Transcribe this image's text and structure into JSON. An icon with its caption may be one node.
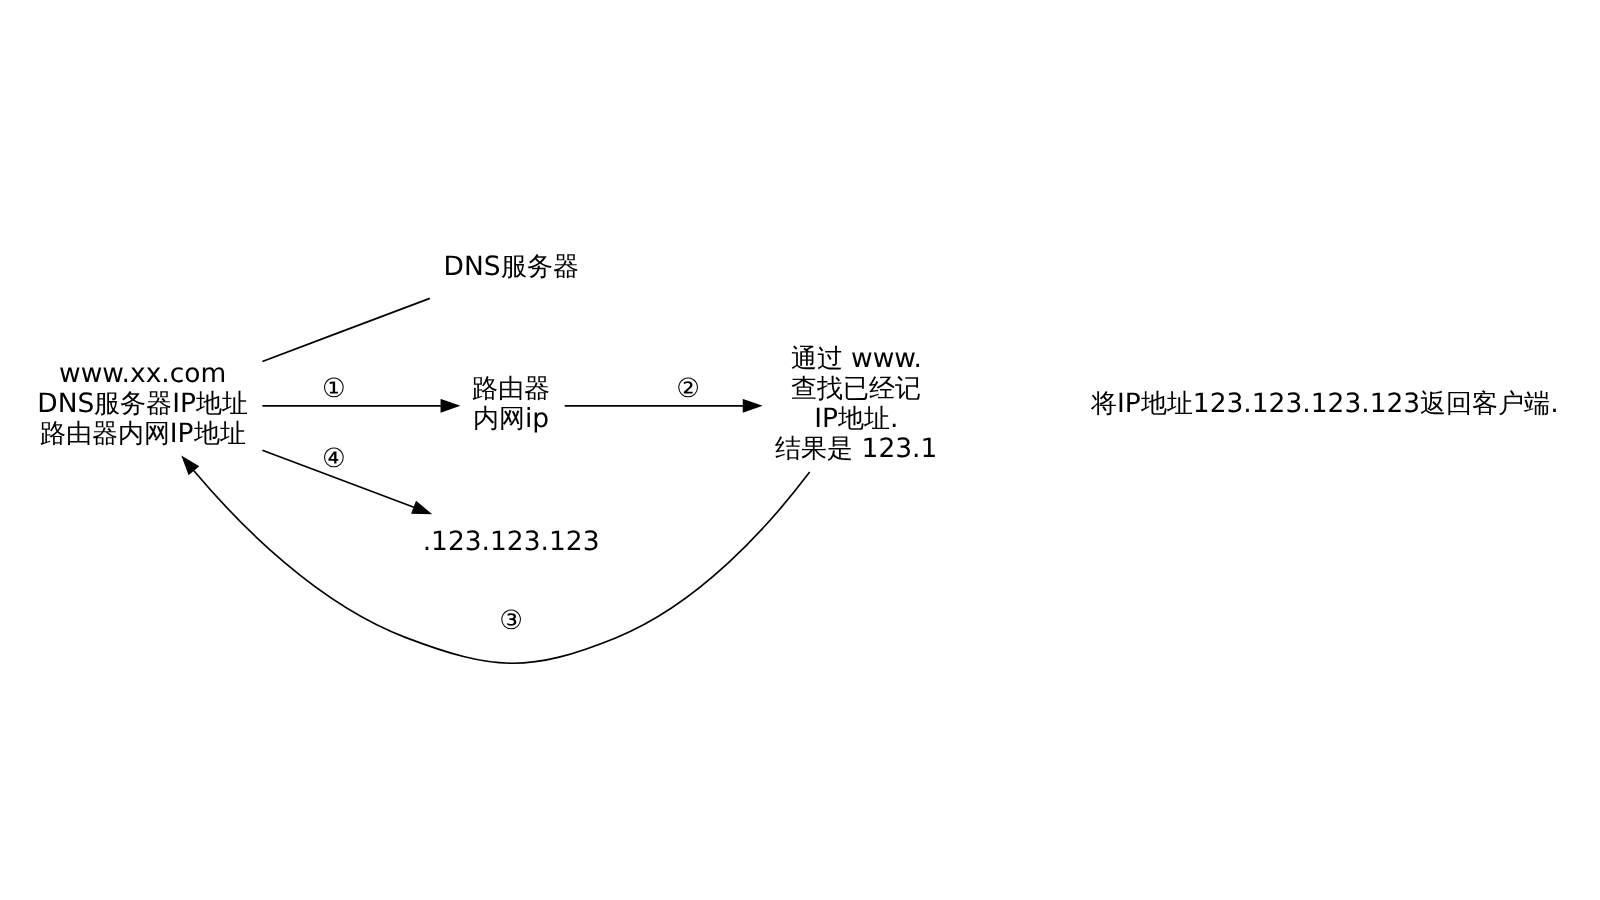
{
  "diagram": {
    "nodes": [
      {
        "text": [
          "www.xx.com",
          "DNS服务器IP地址",
          "路由器内网IP地址"
        ]
      },
      {
        "text": [
          "DNS服务器"
        ]
      },
      {
        "text": [
          "路由器",
          "内网ip"
        ]
      },
      {
        "text": [
          "通过 www.",
          "查找已经记",
          "IP地址.",
          "结果是 123.1"
        ]
      },
      {
        "text": [
          ".123.123.123"
        ]
      }
    ],
    "edges": [
      {
        "from": 0,
        "to": 2,
        "arrow": "to",
        "label": "①"
      },
      {
        "from": 2,
        "to": 3,
        "arrow": "to",
        "label": "②"
      },
      {
        "from": 3,
        "to": 0,
        "arrow": "to",
        "label": "③"
      },
      {
        "from": 0,
        "to": 4,
        "arrow": "to",
        "label": "④"
      },
      {
        "from": 0,
        "to": 1,
        "arrow": "none"
      }
    ],
    "labels": [
      "将IP地址123.123.123.123返回客户端."
    ]
  }
}
